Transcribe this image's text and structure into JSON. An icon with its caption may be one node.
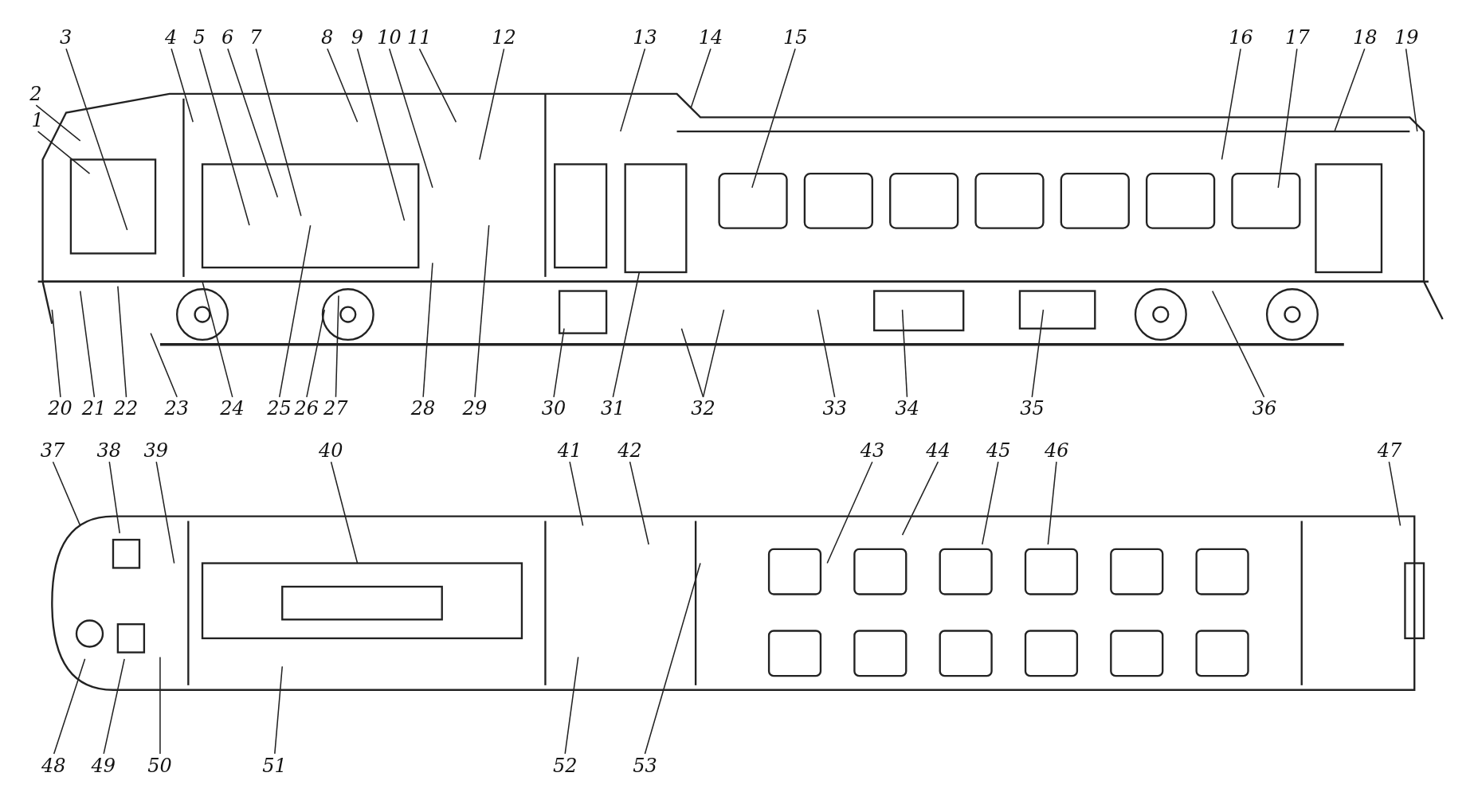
{
  "diagram": {
    "nodes": [
      {
        "text": [
          "1"
        ]
      },
      {
        "text": [
          "2"
        ]
      },
      {
        "text": [
          "3"
        ]
      },
      {
        "text": [
          "4"
        ]
      },
      {
        "text": [
          "5"
        ]
      },
      {
        "text": [
          "6"
        ]
      },
      {
        "text": [
          "7"
        ]
      },
      {
        "text": [
          "8"
        ]
      },
      {
        "text": [
          "9"
        ]
      },
      {
        "text": [
          "10"
        ]
      },
      {
        "text": [
          "11"
        ]
      },
      {
        "text": [
          "12"
        ]
      },
      {
        "text": [
          "13"
        ]
      },
      {
        "text": [
          "14"
        ]
      },
      {
        "text": [
          "15"
        ]
      },
      {
        "text": [
          "16"
        ]
      },
      {
        "text": [
          "17"
        ]
      },
      {
        "text": [
          "18"
        ]
      },
      {
        "text": [
          "19"
        ]
      },
      {
        "text": [
          "20"
        ]
      },
      {
        "text": [
          "21"
        ]
      },
      {
        "text": [
          "22"
        ]
      },
      {
        "text": [
          "23"
        ]
      },
      {
        "text": [
          "24"
        ]
      },
      {
        "text": [
          "25"
        ]
      },
      {
        "text": [
          "26"
        ]
      },
      {
        "text": [
          "27"
        ]
      },
      {
        "text": [
          "28"
        ]
      },
      {
        "text": [
          "29"
        ]
      },
      {
        "text": [
          "30"
        ]
      },
      {
        "text": [
          "31"
        ]
      },
      {
        "text": [
          "32"
        ]
      },
      {
        "text": [
          "33"
        ]
      },
      {
        "text": [
          "34"
        ]
      },
      {
        "text": [
          "35"
        ]
      },
      {
        "text": [
          "36"
        ]
      },
      {
        "text": [
          "37"
        ]
      },
      {
        "text": [
          "38"
        ]
      },
      {
        "text": [
          "39"
        ]
      },
      {
        "text": [
          "40"
        ]
      },
      {
        "text": [
          "41"
        ]
      },
      {
        "text": [
          "42"
        ]
      },
      {
        "text": [
          "43"
        ]
      },
      {
        "text": [
          "44"
        ]
      },
      {
        "text": [
          "45"
        ]
      },
      {
        "text": [
          "46"
        ]
      },
      {
        "text": [
          "47"
        ]
      },
      {
        "text": [
          "48"
        ]
      },
      {
        "text": [
          "49"
        ]
      },
      {
        "text": [
          "50"
        ]
      },
      {
        "text": [
          "51"
        ]
      },
      {
        "text": [
          "52"
        ]
      },
      {
        "text": [
          "53"
        ]
      }
    ],
    "edges": [
      {
        "from": 0,
        "to": null,
        "arrow": "none"
      },
      {
        "from": 1,
        "to": null,
        "arrow": "none"
      },
      {
        "from": 2,
        "to": null,
        "arrow": "none"
      },
      {
        "from": 3,
        "to": null,
        "arrow": "none"
      },
      {
        "from": 4,
        "to": null,
        "arrow": "none"
      },
      {
        "from": 5,
        "to": null,
        "arrow": "none"
      },
      {
        "from": 6,
        "to": null,
        "arrow": "none"
      },
      {
        "from": 7,
        "to": null,
        "arrow": "none"
      },
      {
        "from": 8,
        "to": null,
        "arrow": "none"
      },
      {
        "from": 9,
        "to": null,
        "arrow": "none"
      },
      {
        "from": 10,
        "to": null,
        "arrow": "none"
      },
      {
        "from": 11,
        "to": null,
        "arrow": "none"
      },
      {
        "from": 12,
        "to": null,
        "arrow": "none"
      },
      {
        "from": 13,
        "to": null,
        "arrow": "none"
      },
      {
        "from": 14,
        "to": null,
        "arrow": "none"
      },
      {
        "from": 15,
        "to": null,
        "arrow": "none"
      },
      {
        "from": 16,
        "to": null,
        "arrow": "none"
      },
      {
        "from": 17,
        "to": null,
        "arrow": "none"
      },
      {
        "from": 18,
        "to": null,
        "arrow": "none"
      },
      {
        "from": 19,
        "to": null,
        "arrow": "none"
      },
      {
        "from": 20,
        "to": null,
        "arrow": "none"
      },
      {
        "from": 21,
        "to": null,
        "arrow": "none"
      },
      {
        "from": 22,
        "to": null,
        "arrow": "none"
      },
      {
        "from": 23,
        "to": null,
        "arrow": "none"
      },
      {
        "from": 24,
        "to": null,
        "arrow": "none"
      },
      {
        "from": 25,
        "to": null,
        "arrow": "none"
      },
      {
        "from": 26,
        "to": null,
        "arrow": "none"
      },
      {
        "from": 27,
        "to": null,
        "arrow": "none"
      },
      {
        "from": 28,
        "to": null,
        "arrow": "none"
      },
      {
        "from": 29,
        "to": null,
        "arrow": "none"
      },
      {
        "from": 30,
        "to": null,
        "arrow": "none"
      },
      {
        "from": 31,
        "to": null,
        "arrow": "none"
      },
      {
        "from": 31,
        "to": null,
        "arrow": "none"
      },
      {
        "from": 32,
        "to": null,
        "arrow": "none"
      },
      {
        "from": 33,
        "to": null,
        "arrow": "none"
      },
      {
        "from": 34,
        "to": null,
        "arrow": "none"
      },
      {
        "from": 35,
        "to": null,
        "arrow": "none"
      },
      {
        "from": 36,
        "to": null,
        "arrow": "none"
      },
      {
        "from": 37,
        "to": null,
        "arrow": "none"
      },
      {
        "from": 38,
        "to": null,
        "arrow": "none"
      },
      {
        "from": 39,
        "to": null,
        "arrow": "none"
      },
      {
        "from": 40,
        "to": null,
        "arrow": "none"
      },
      {
        "from": 41,
        "to": null,
        "arrow": "none"
      },
      {
        "from": 42,
        "to": null,
        "arrow": "none"
      },
      {
        "from": 43,
        "to": null,
        "arrow": "none"
      },
      {
        "from": 44,
        "to": null,
        "arrow": "none"
      },
      {
        "from": 45,
        "to": null,
        "arrow": "none"
      },
      {
        "from": 46,
        "to": null,
        "arrow": "none"
      },
      {
        "from": 47,
        "to": null,
        "arrow": "none"
      },
      {
        "from": 48,
        "to": null,
        "arrow": "none"
      },
      {
        "from": 49,
        "to": null,
        "arrow": "none"
      },
      {
        "from": 50,
        "to": null,
        "arrow": "none"
      },
      {
        "from": 51,
        "to": null,
        "arrow": "none"
      },
      {
        "from": 52,
        "to": null,
        "arrow": "none"
      }
    ]
  }
}
